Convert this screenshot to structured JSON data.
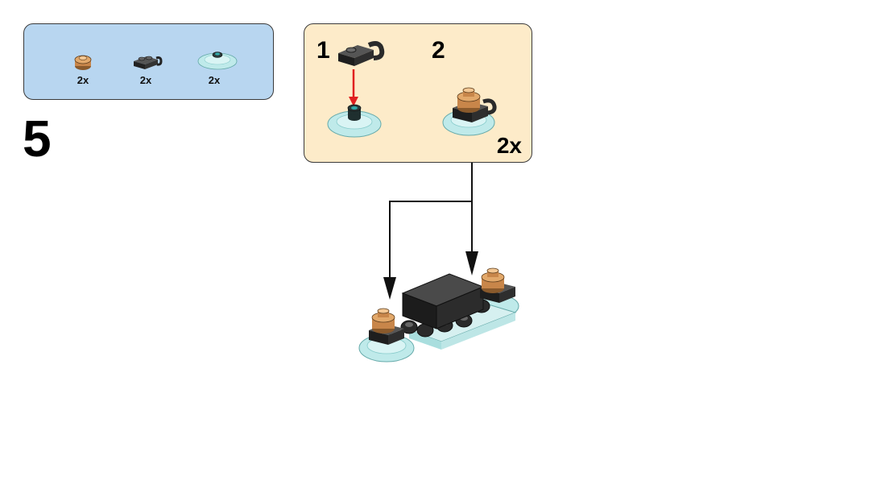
{
  "parts_list": {
    "items": [
      {
        "name": "round-plate-copper",
        "qty": "2x"
      },
      {
        "name": "clip-plate-black",
        "qty": "2x"
      },
      {
        "name": "dish-trans-light-blue",
        "qty": "2x"
      }
    ]
  },
  "step": {
    "number": "5"
  },
  "sub_assembly": {
    "sub_steps": [
      "1",
      "2"
    ],
    "multiplier": "2x"
  },
  "colors": {
    "parts_bg": "#b8d6f0",
    "sub_bg": "#fdebc9",
    "arrow_red": "#e02020",
    "copper": "#c8864a",
    "dish": "#bfeaea",
    "brick_dark": "#2a2a2a"
  }
}
